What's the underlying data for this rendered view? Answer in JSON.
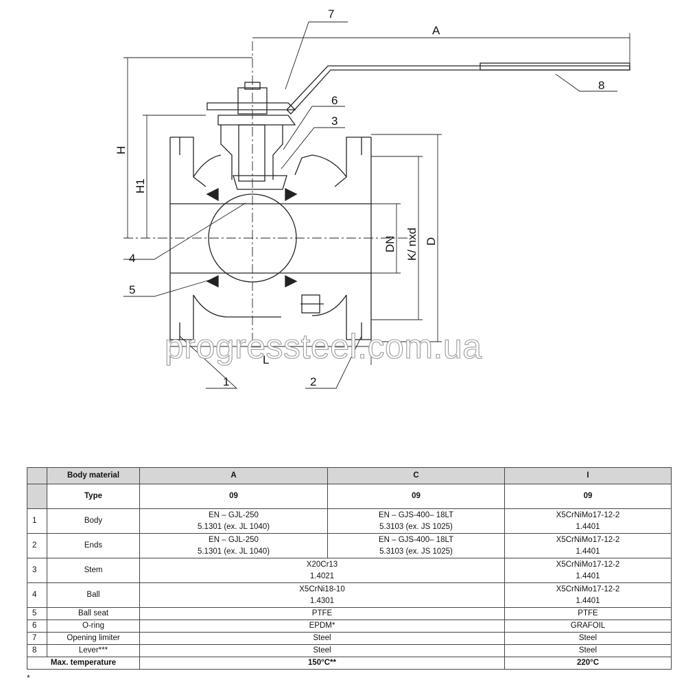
{
  "drawing": {
    "dimension_labels": {
      "A": "A",
      "H": "H",
      "H1": "H1",
      "DN": "DN",
      "K": "K/ nxd",
      "D": "D",
      "L": "L"
    },
    "callouts": {
      "c1": "1",
      "c2": "2",
      "c3": "3",
      "c4": "4",
      "c5": "5",
      "c6": "6",
      "c7": "7",
      "c8": "8"
    },
    "watermark": "progressteel.com.ua"
  },
  "table": {
    "header": {
      "label": "Body material",
      "col_a": "A",
      "col_c": "C",
      "col_i": "I"
    },
    "type_row": {
      "label": "Type",
      "col_a": "09",
      "col_c": "09",
      "col_i": "09"
    },
    "rows": [
      {
        "num": "1",
        "name": "Body",
        "a1": "EN – GJL-250",
        "a2": "5.1301 (ex. JL 1040)",
        "c1": "EN – GJS-400– 18LT",
        "c2": "5.3103 (ex. JS 1025)",
        "i1": "X5CrNiMo17-12-2",
        "i2": "1.4401"
      },
      {
        "num": "2",
        "name": "Ends",
        "a1": "EN – GJL-250",
        "a2": "5.1301 (ex. JL 1040)",
        "c1": "EN – GJS-400– 18LT",
        "c2": "5.3103 (ex. JS 1025)",
        "i1": "X5CrNiMo17-12-2",
        "i2": "1.4401"
      },
      {
        "num": "3",
        "name": "Stem",
        "ac1": "X20Cr13",
        "ac2": "1.4021",
        "i1": "X5CrNiMo17-12-2",
        "i2": "1.4401"
      },
      {
        "num": "4",
        "name": "Ball",
        "ac1": "X5CrNi18-10",
        "ac2": "1.4301",
        "i1": "X5CrNiMo17-12-2",
        "i2": "1.4401"
      },
      {
        "num": "5",
        "name": "Ball seat",
        "ac": "PTFE",
        "i": "PTFE"
      },
      {
        "num": "6",
        "name": "O-ring",
        "ac": "EPDM*",
        "i": "GRAFOIL"
      },
      {
        "num": "7",
        "name": "Opening limiter",
        "ac": "Steel",
        "i": "Steel"
      },
      {
        "num": "8",
        "name": "Lever***",
        "ac": "Steel",
        "i": "Steel"
      }
    ],
    "max_temp": {
      "label": "Max. temperature",
      "ac": "150°C**",
      "i": "220°C"
    }
  },
  "footnote": "*",
  "colors": {
    "line": "#222222",
    "header_bg": "#d6d6d6",
    "watermark_stroke": "#9a9a9a"
  }
}
